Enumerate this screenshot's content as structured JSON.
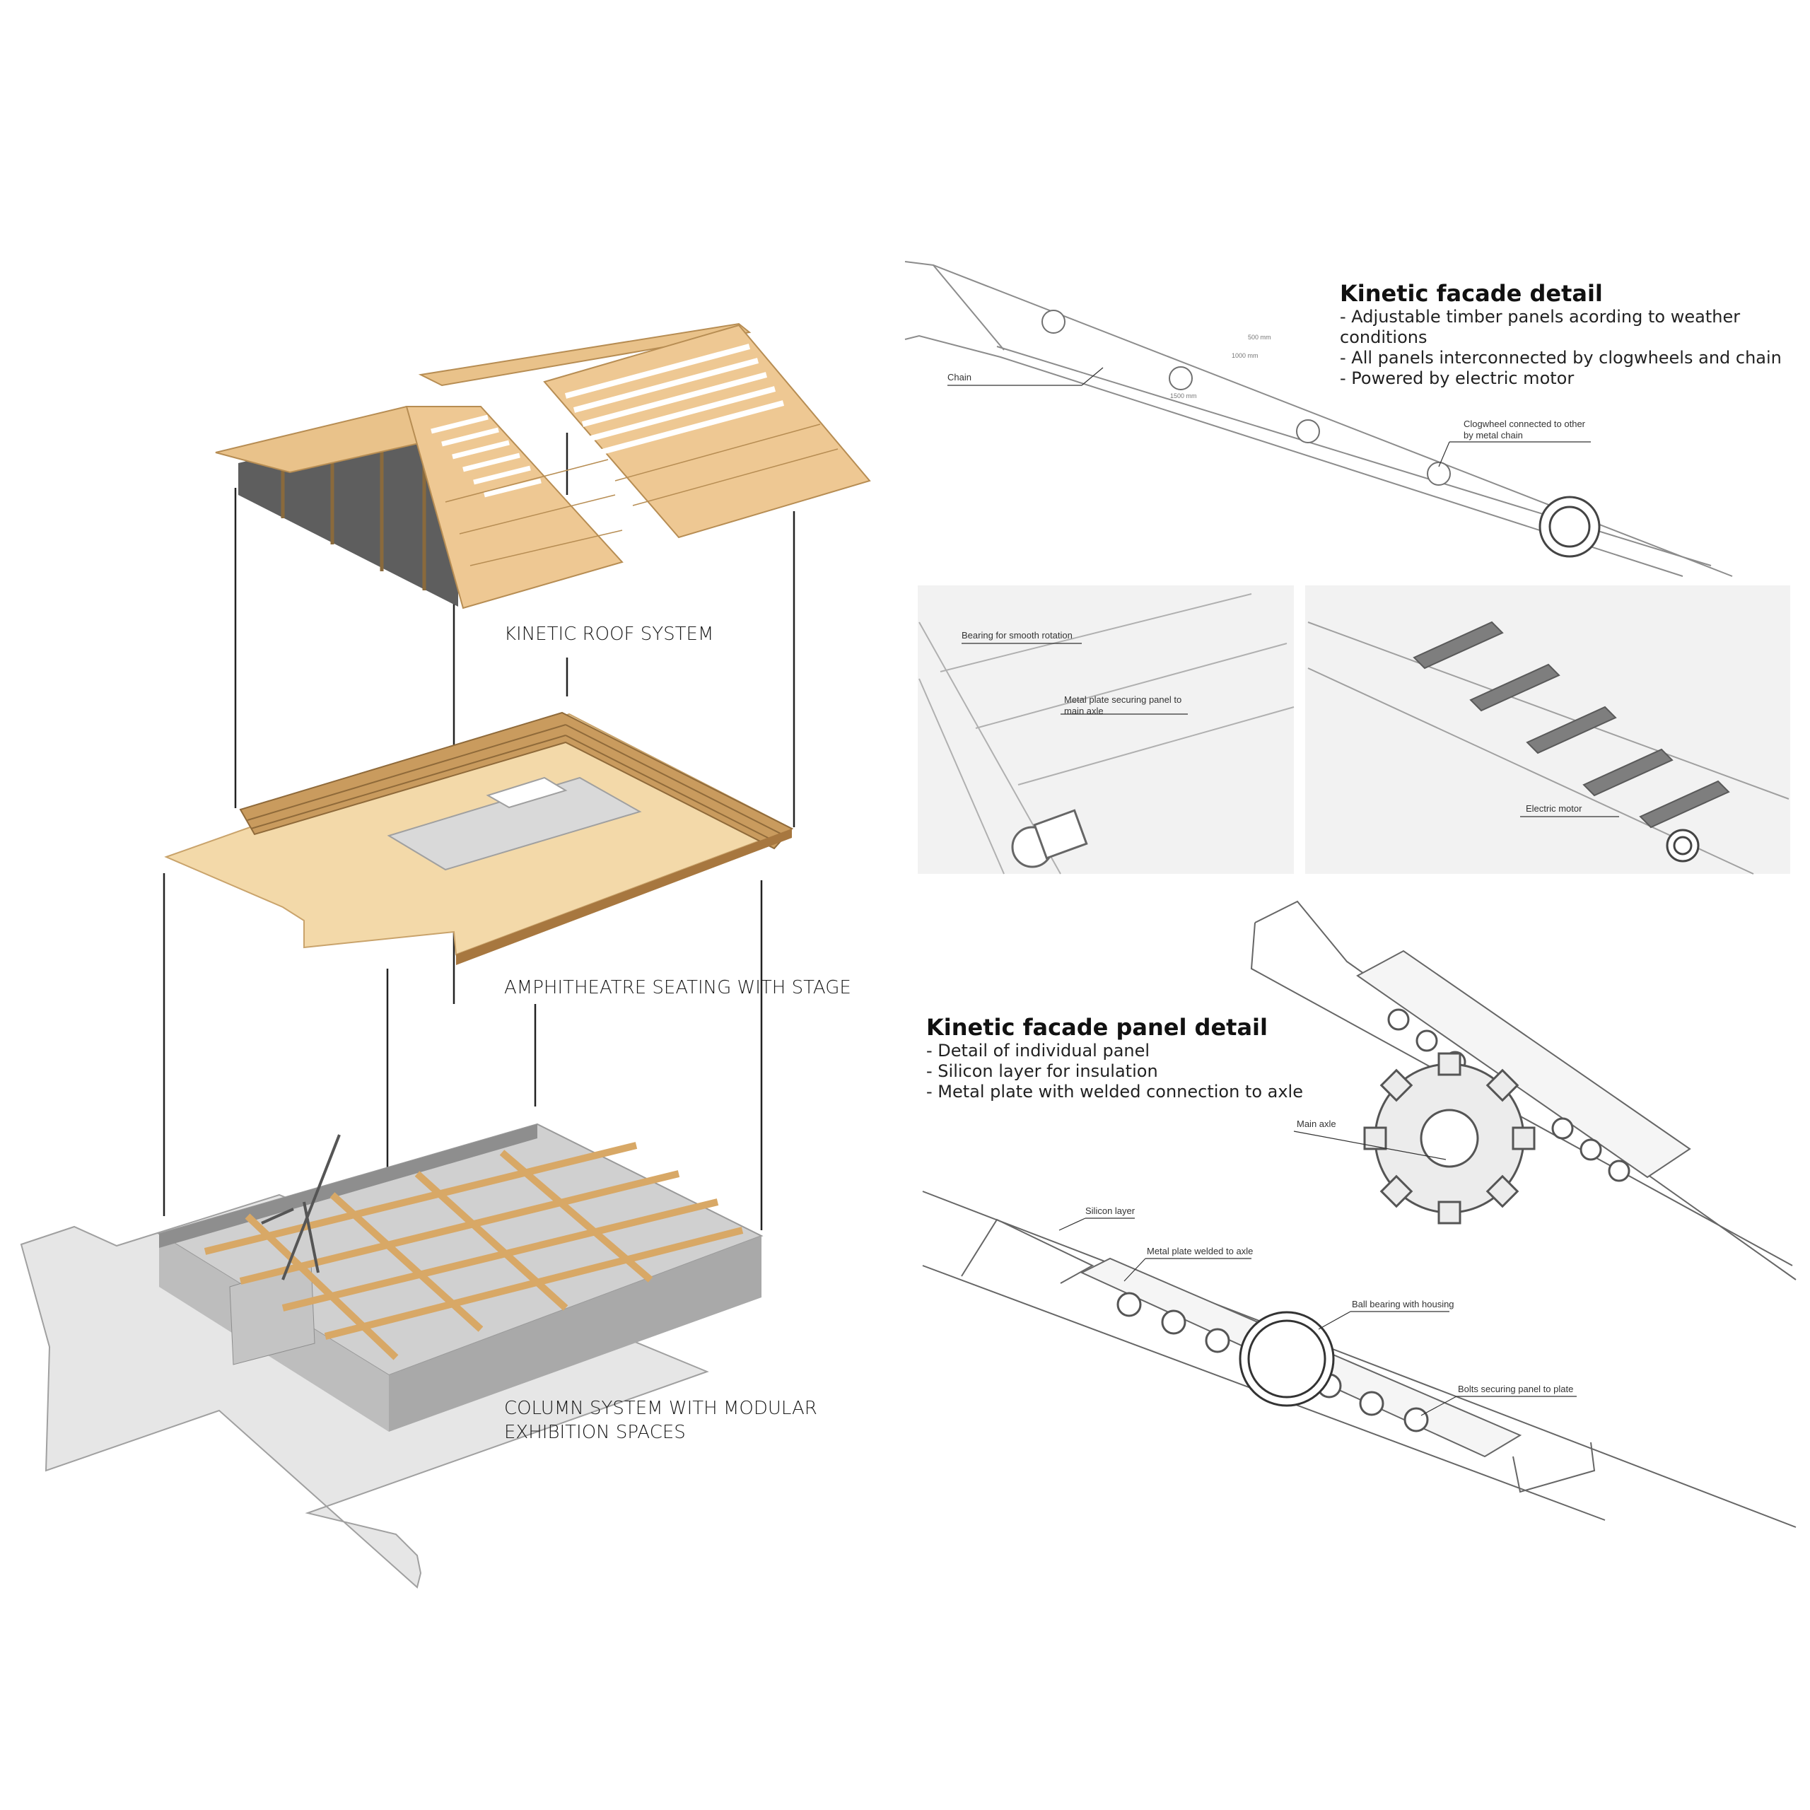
{
  "exploded_axonometric": {
    "labels": {
      "roof": "KINETIC ROOF SYSTEM",
      "amphitheatre": "AMPHITHEATRE SEATING WITH STAGE",
      "column_line1": "COLUMN SYSTEM WITH MODULAR",
      "column_line2": "EXHIBITION SPACES"
    }
  },
  "kinetic_facade_detail": {
    "title": "Kinetic facade detail",
    "bullets": [
      "- Adjustable timber panels acording to weather conditions",
      "- All panels interconnected by clogwheels and chain",
      "- Powered by electric motor"
    ],
    "callouts": {
      "chain": "Chain",
      "clogwheel_line1": "Clogwheel connected to other",
      "clogwheel_line2": "by metal chain",
      "dim_1": "1500 mm",
      "dim_2": "500 mm",
      "dim_3": "1000 mm"
    }
  },
  "detail_views": {
    "left": {
      "bearing": "Bearing for smooth rotation",
      "plate_line1": "Metal plate securing panel to",
      "plate_line2": "main axle"
    },
    "right": {
      "motor": "Electric motor"
    }
  },
  "kinetic_facade_panel_detail": {
    "title": "Kinetic facade panel detail",
    "bullets": [
      "- Detail of individual panel",
      "- Silicon layer for insulation",
      "- Metal plate with welded connection to axle"
    ],
    "callouts": {
      "main_axle": "Main axle",
      "silicon": "Silicon layer",
      "plate": "Metal plate welded to axle",
      "bearing": "Ball bearing with housing",
      "bolts": "Bolts securing panel to plate"
    }
  },
  "colors": {
    "timber": "#e8c48e",
    "timber_dark": "#b8894c",
    "concrete": "#c7c7c7",
    "glass": "#6b6b6b",
    "line": "#9a9a9a"
  }
}
